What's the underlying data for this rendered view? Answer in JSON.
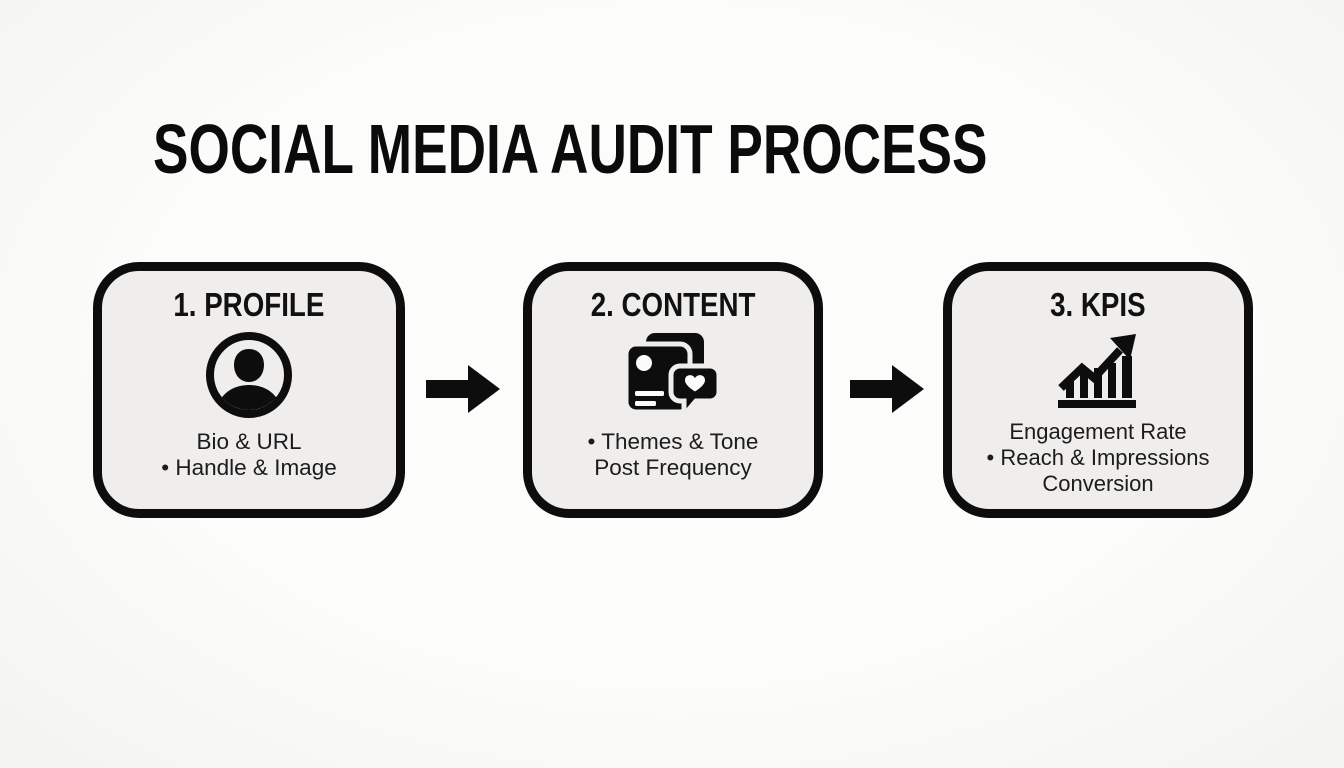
{
  "title": "SOCIAL MEDIA AUDIT PROCESS",
  "steps": [
    {
      "label": "1. PROFILE",
      "icon": "user-avatar-icon",
      "lines": [
        "Bio & URL",
        "• Handle & Image"
      ]
    },
    {
      "label": "2. CONTENT",
      "icon": "posts-chat-heart-icon",
      "lines": [
        "• Themes & Tone",
        "Post Frequency"
      ]
    },
    {
      "label": "3. KPIS",
      "icon": "growth-chart-icon",
      "lines": [
        "Engagement Rate",
        "• Reach & Impressions",
        "Conversion"
      ]
    }
  ],
  "arrows": [
    "right-arrow-icon",
    "right-arrow-icon"
  ],
  "colors": {
    "ink": "#0d0d0d",
    "box_fill": "#efeeec",
    "background": "#fbfbf9",
    "body_text": "#1c1c1c"
  }
}
